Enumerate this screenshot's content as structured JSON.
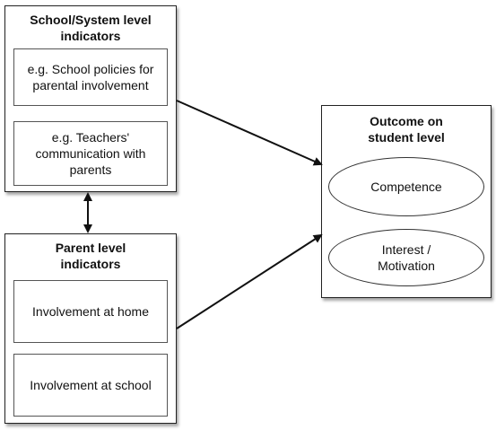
{
  "school_box": {
    "title": "School/System level\nindicators",
    "items": [
      "e.g. School policies for parental involvement",
      "e.g. Teachers' communication with parents"
    ]
  },
  "parent_box": {
    "title": "Parent level\nindicators",
    "items": [
      "Involvement at home",
      "Involvement at school"
    ]
  },
  "outcome_box": {
    "title": "Outcome on\nstudent level",
    "items": [
      "Competence",
      "Interest /\nMotivation"
    ]
  }
}
